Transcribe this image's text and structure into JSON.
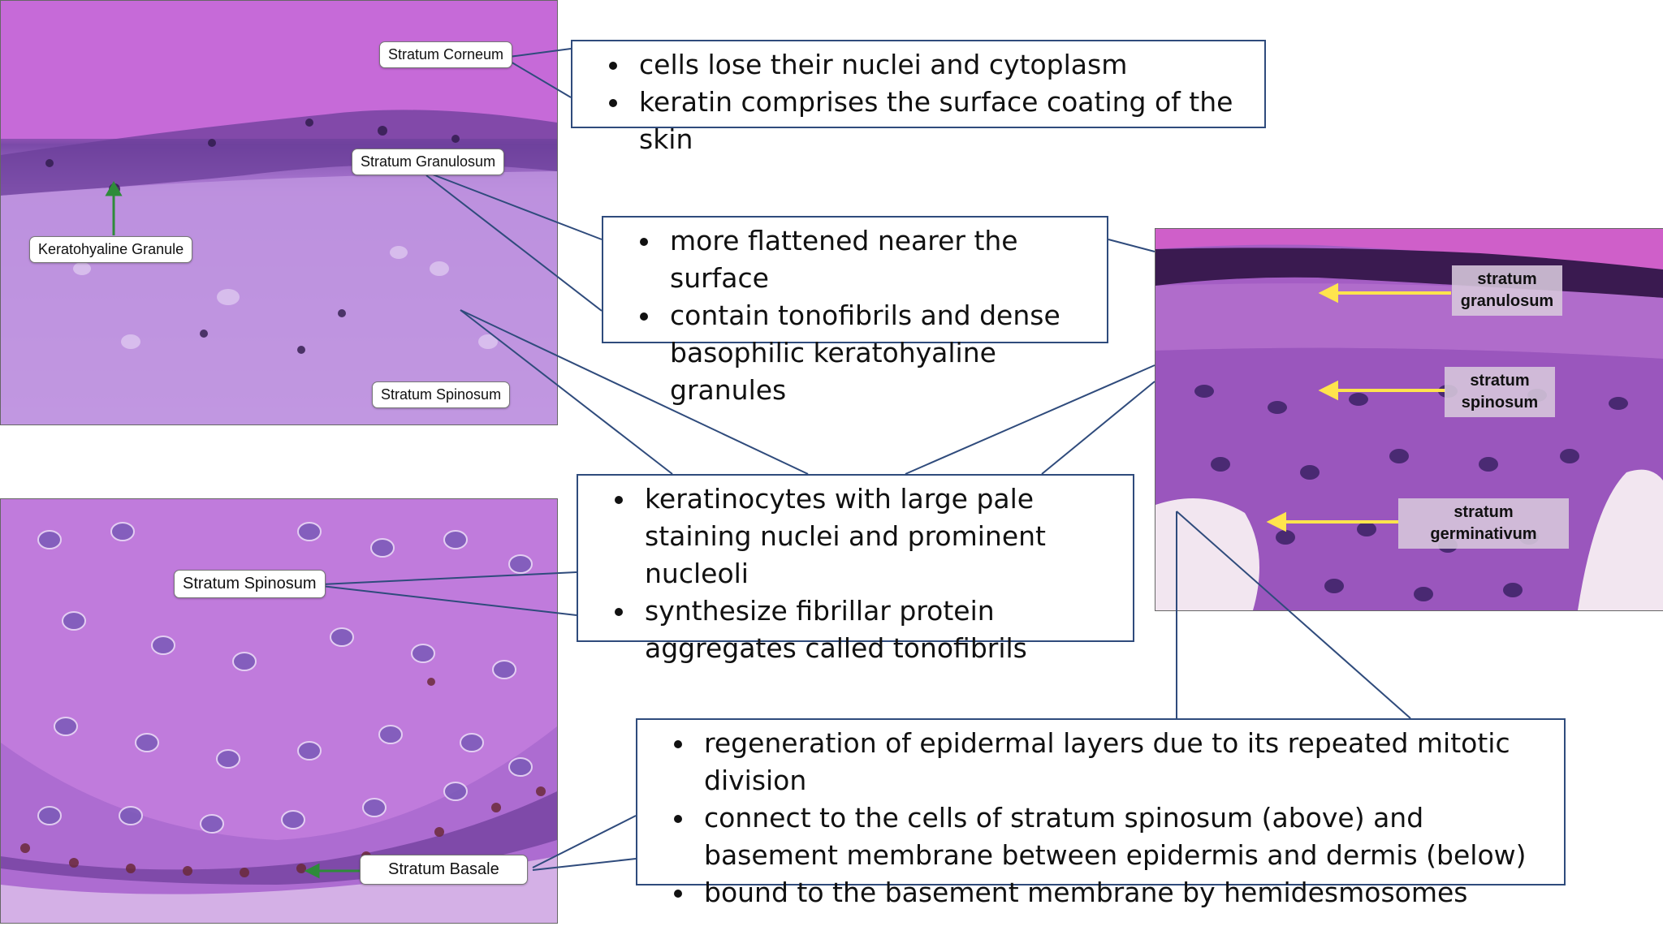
{
  "top_left_labels": {
    "corneum": "Stratum Corneum",
    "granulosum": "Stratum Granulosum",
    "keratohyaline": "Keratohyaline Granule",
    "spinosum": "Stratum Spinosum"
  },
  "bottom_left_labels": {
    "spinosum": "Stratum Spinosum",
    "basale": "Stratum Basale"
  },
  "right_labels": {
    "granulosum_line1": "stratum",
    "granulosum_line2": "granulosum",
    "spinosum_line1": "stratum",
    "spinosum_line2": "spinosum",
    "germinativum_line1": "stratum",
    "germinativum_line2": "germinativum"
  },
  "descriptions": {
    "corneum": [
      "cells lose their nuclei and cytoplasm",
      "keratin comprises the surface coating of the skin"
    ],
    "granulosum": [
      "more flattened nearer the surface",
      "contain tonofibrils and dense basophilic keratohyaline granules"
    ],
    "spinosum": [
      "keratinocytes with large pale staining nuclei and prominent nucleoli",
      "synthesize fibrillar protein aggregates called tonofibrils"
    ],
    "basale": [
      "regeneration of epidermal layers due to its repeated mitotic division",
      "connect to the cells of stratum spinosum (above) and basement membrane between epidermis and dermis (below)",
      "bound to the basement membrane by hemidesmosomes"
    ]
  },
  "colors": {
    "stain_pink": "#c873d6",
    "stain_purple": "#8a4fb8",
    "nucleus_dark": "#2e1a4a",
    "border_blue": "#2f4b7c",
    "arrow_green": "#2e8b3a",
    "arrow_yellow": "#ffe44d"
  }
}
